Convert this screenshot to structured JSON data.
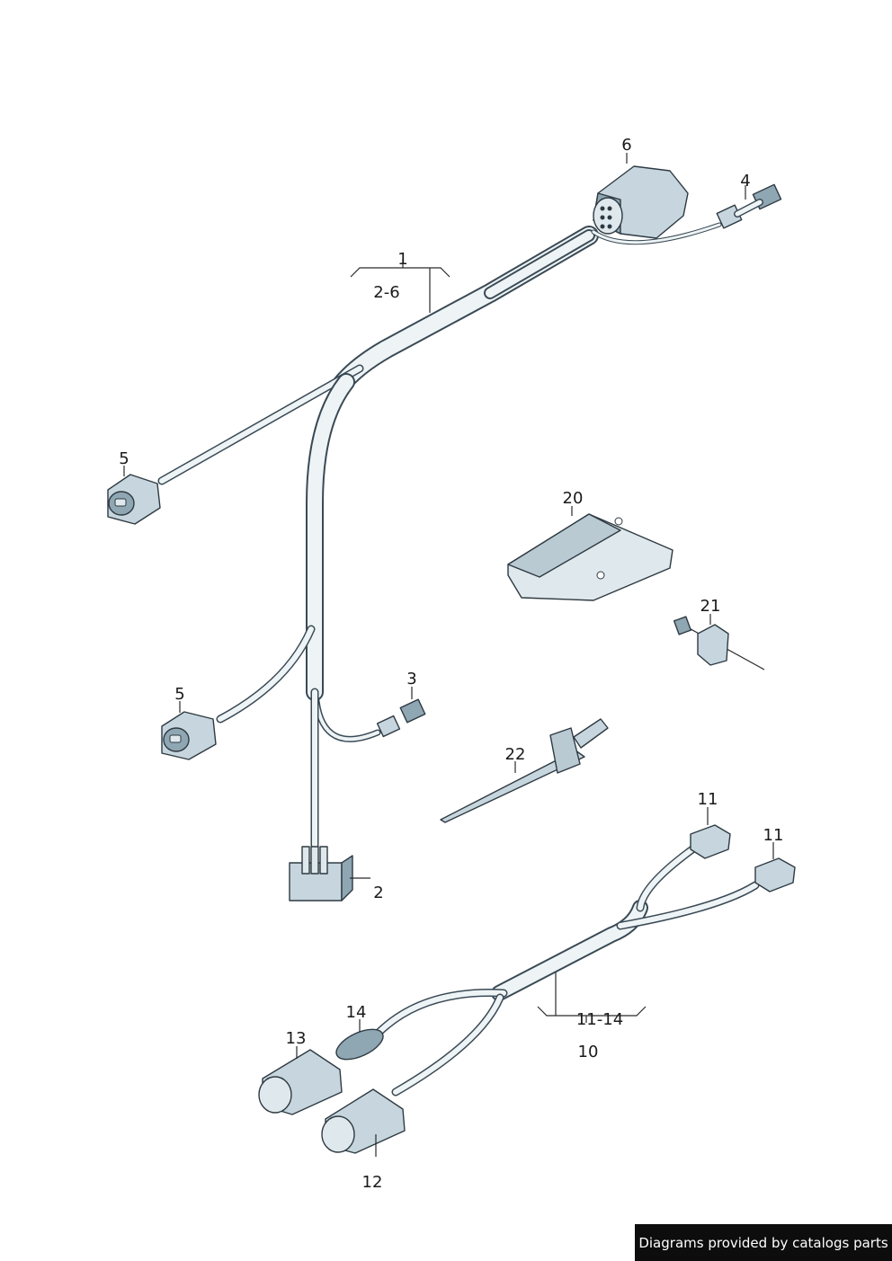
{
  "labels": {
    "p1": "1",
    "p1_range": "2-6",
    "p2": "2",
    "p3": "3",
    "p4": "4",
    "p5_top": "5",
    "p5_bottom": "5",
    "p6": "6",
    "p10": "10",
    "p10_range": "11-14",
    "p11_a": "11",
    "p11_b": "11",
    "p12": "12",
    "p13": "13",
    "p14": "14",
    "p20": "20",
    "p21": "21",
    "p22": "22"
  },
  "credit": "Diagrams provided by catalogs parts",
  "colors": {
    "wire_fill": "#eef4f6",
    "wire_outline": "#3a4a55",
    "connector_fill": "#c7d6de",
    "connector_shade": "#8fa6b3",
    "background": "#ffffff"
  }
}
